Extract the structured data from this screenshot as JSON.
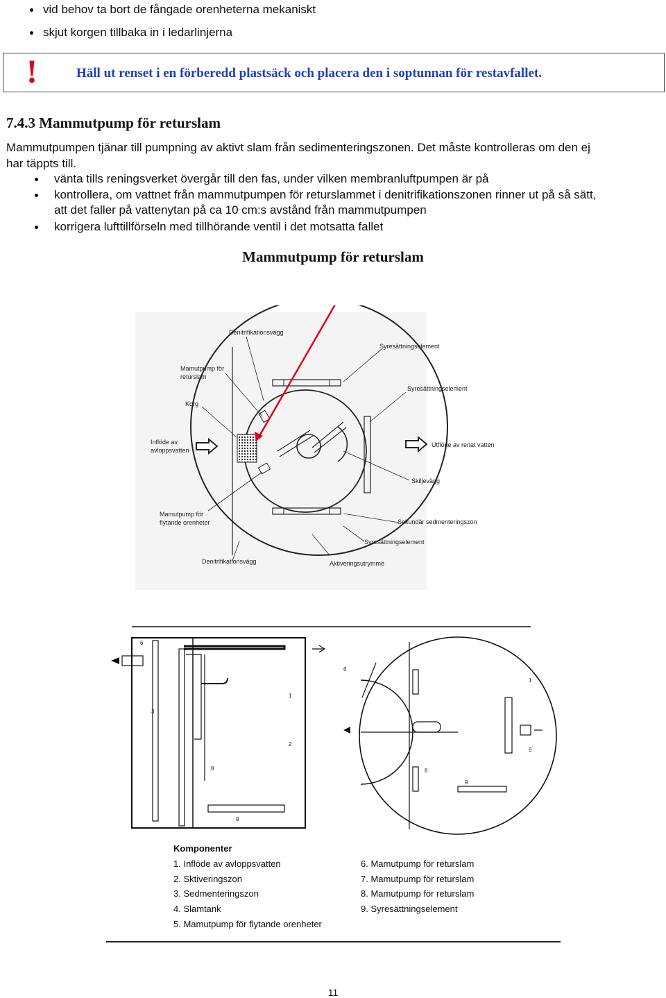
{
  "top_bullets": [
    "vid behov ta bort de fångade orenheterna mekaniskt",
    "skjut korgen tillbaka in i ledarlinjerna"
  ],
  "warning": {
    "symbol": "!",
    "text": "Häll ut renset i en förberedd plastsäck och placera den i soptunnan för restavfallet."
  },
  "section_heading": "7.4.3 Mammutpump för returslam",
  "intro_line1": "Mammutpumpen tjänar till pumpning av aktivt slam från sedimenteringszonen. Det måste kontrolleras om den ej",
  "intro_line2": "har täppts till.",
  "steps": [
    "vänta tills reningsverket övergår till den fas, under vilken membranluftpumpen är på",
    "kontrollera, om vattnet från mammutpumpen för returslammet i denitrifikationszonen rinner ut på så sätt,",
    "att det faller på vattenytan på ca 10 cm:s avstånd från mammutpumpen",
    "korrigera lufttillförseln med tillhörande ventil i det motsatta fallet"
  ],
  "figure_caption": "Mammutpump för returslam",
  "diagram1_labels": {
    "denitrifikationsvagg_top": "Denitrifikationsvägg",
    "syre1": "Syresättningselement",
    "mamutpump_retur_1": "Mamutpump för",
    "mamutpump_retur_2": "returslam",
    "syre2": "Syresättningselement",
    "korg": "Korg",
    "inflode_1": "Inflöde av",
    "inflode_2": "avloppsvatten",
    "utflode": "Utflöde av renat vatten",
    "skiljevagg": "Skiljevägg",
    "flytande_1": "Mamutpump för",
    "flytande_2": "flytande orenheter",
    "sekundar": "Sekundär sedmenteringszon",
    "syre3": "Syresättningselement",
    "denitrifikationsvagg_bottom": "Denitrifikationsvägg",
    "aktivering": "Aktiveringsutrymme"
  },
  "komponenter": {
    "title": "Komponenter",
    "left": [
      "1. Inflöde av avloppsvatten",
      "2. Sktiveringszon",
      "3. Sedmenteringszon",
      "4. Slamtank",
      "5. Mamutpump för flytande orenheter"
    ],
    "right": [
      "6. Mamutpump för returslam",
      "7. Mamutpump för returslam",
      "8. Mamutpump för returslam",
      "9. Syresättningselement"
    ]
  },
  "page_number": "11",
  "colors": {
    "warning_symbol": "#e0001a",
    "warning_text": "#1f3fbf",
    "arrow": "#e0001a"
  }
}
